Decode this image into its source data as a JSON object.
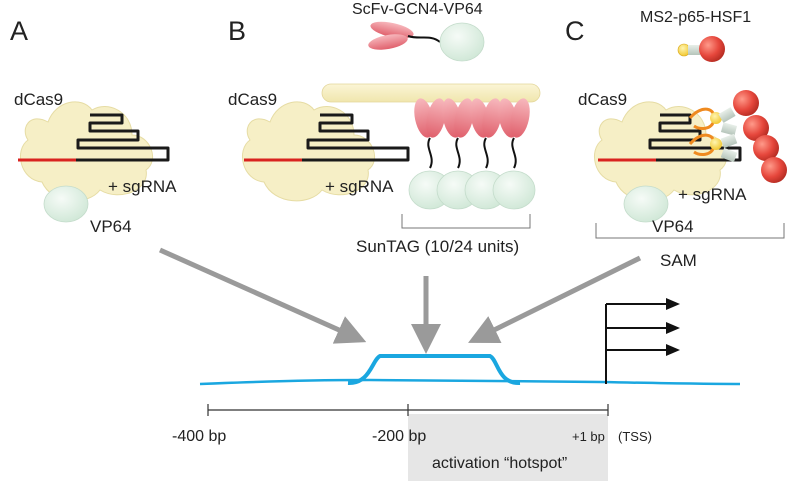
{
  "panels": {
    "a": {
      "letter": "A",
      "dcas9": "dCas9",
      "sgrna": "+ sgRNA",
      "effector": "VP64"
    },
    "b": {
      "letter": "B",
      "dcas9": "dCas9",
      "sgrna": "+ sgRNA",
      "fusion": "ScFv-GCN4-VP64",
      "system": "SunTAG (10/24 units)"
    },
    "c": {
      "letter": "C",
      "dcas9": "dCas9",
      "sgrna": "+ sgRNA",
      "effector": "VP64",
      "fusion": "MS2-p65-HSF1",
      "system": "SAM"
    }
  },
  "axis": {
    "ticks": [
      "-400 bp",
      "-200 bp",
      "+1 bp"
    ],
    "tss": "(TSS)"
  },
  "hotspot": {
    "label": "activation “hotspot”"
  },
  "colors": {
    "dcas9_fill": "#f6efc6",
    "vp64_fill": "#dff0e4",
    "guide_red": "#d9231f",
    "dna_blue": "#1aa7e0",
    "arrow_gray": "#9a9a9a",
    "ms2_orange": "#ef8a1f",
    "hsf1_red": "#e6473c",
    "scfv_pink": "#e9808a",
    "hotspot_bg": "#e6e6e6"
  }
}
